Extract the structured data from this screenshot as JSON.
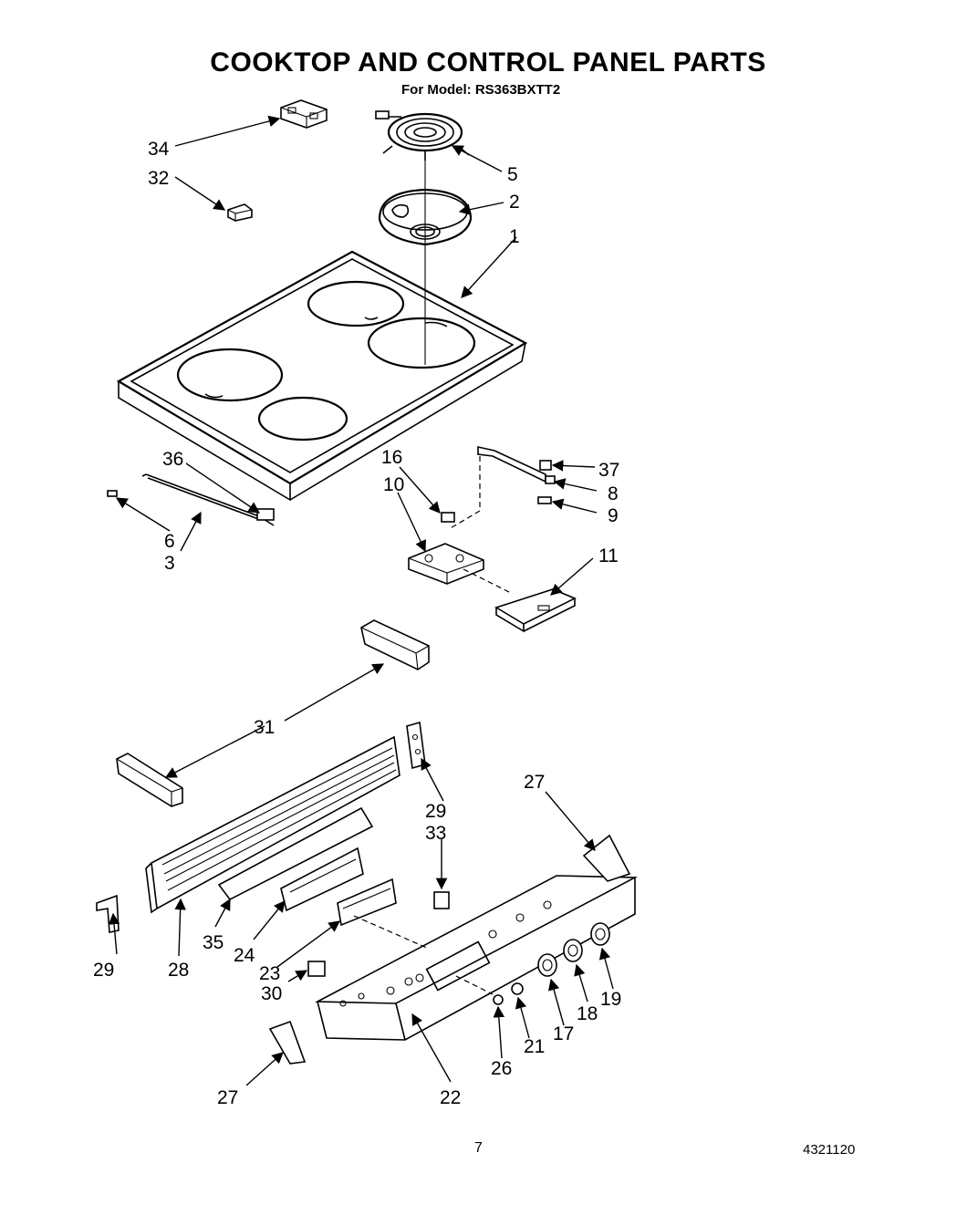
{
  "title": "COOKTOP  AND CONTROL PANEL PARTS",
  "subtitle": "For Model: RS363BXTT2",
  "page_number": "7",
  "document_number": "4321120",
  "callouts": {
    "c34": "34",
    "c32": "32",
    "c5": "5",
    "c2": "2",
    "c1": "1",
    "c36": "36",
    "c6": "6",
    "c3": "3",
    "c16": "16",
    "c10": "10",
    "c37": "37",
    "c8": "8",
    "c9": "9",
    "c11": "11",
    "c31": "31",
    "c29a": "29",
    "c33": "33",
    "c27a": "27",
    "c29b": "29",
    "c28": "28",
    "c35": "35",
    "c24": "24",
    "c23": "23",
    "c30": "30",
    "c19": "19",
    "c18": "18",
    "c17": "17",
    "c21": "21",
    "c26": "26",
    "c22": "22",
    "c27b": "27"
  }
}
